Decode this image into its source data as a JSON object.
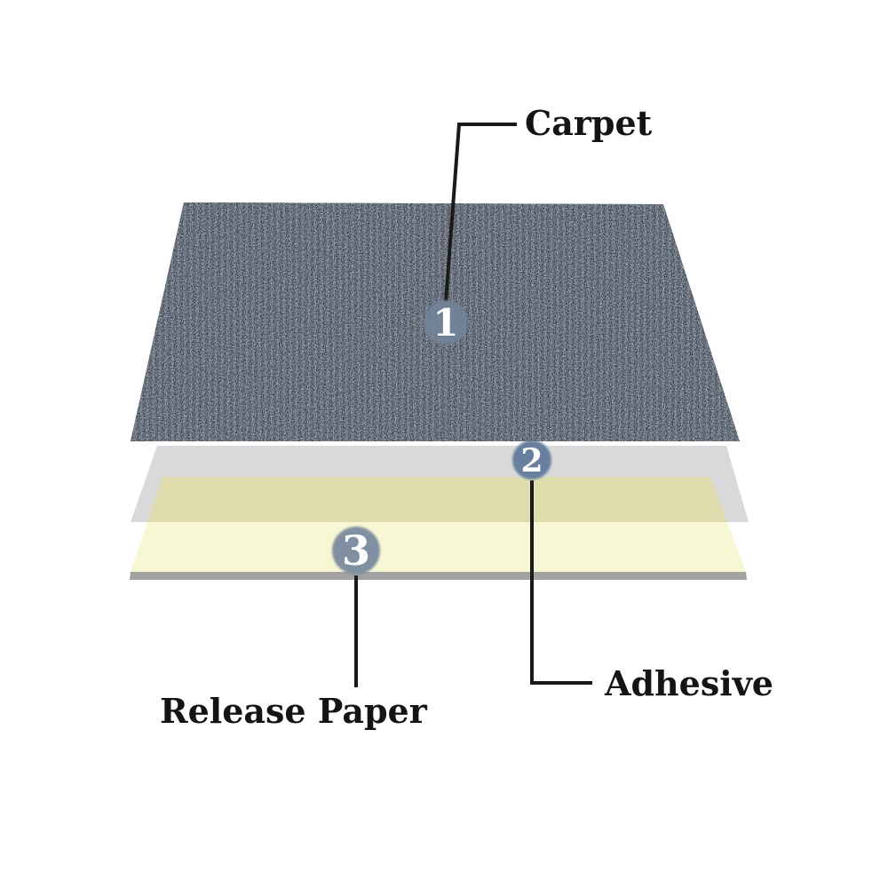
{
  "diagram": {
    "subject": "self-adhesive carpet tile layer diagram",
    "callouts": [
      {
        "number": "1",
        "label": "Carpet"
      },
      {
        "number": "2",
        "label": "Adhesive"
      },
      {
        "number": "3",
        "label": "Release Paper"
      }
    ]
  },
  "colors": {
    "background": "#ffffff",
    "carpet": "#6c7480",
    "adhesive": "#d9d9db",
    "release_paper": "#f8f7d4",
    "overlap": "#dedcac",
    "paper_edge": "#a2a2a2",
    "badge_1": "#728499",
    "badge_2": "#68809e",
    "badge_3": "#8090a2",
    "leader_line": "#1a1a1a",
    "label_text": "#141414"
  }
}
